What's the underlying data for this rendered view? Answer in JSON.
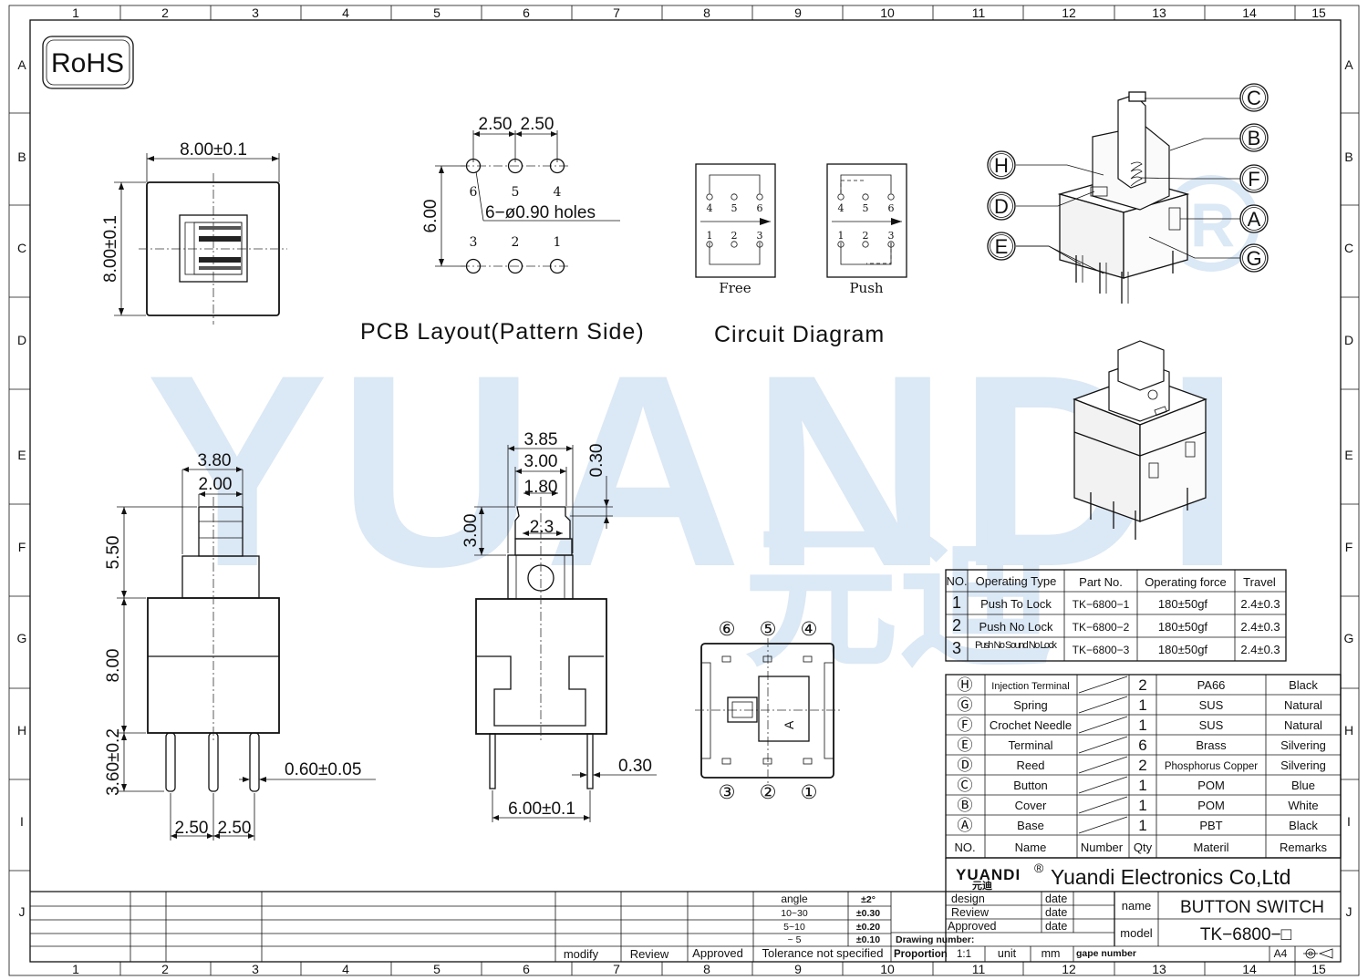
{
  "grid": {
    "columns": [
      "1",
      "2",
      "3",
      "4",
      "5",
      "6",
      "7",
      "8",
      "9",
      "10",
      "11",
      "12",
      "13",
      "14",
      "15"
    ],
    "rows": [
      "A",
      "B",
      "C",
      "D",
      "E",
      "F",
      "G",
      "H",
      "I",
      "J"
    ]
  },
  "rohs": "RoHS",
  "watermark": {
    "latin": "YUANDI",
    "cjk": "元迪",
    "registered": "R"
  },
  "top_view": {
    "width_dim": "8.00±0.1",
    "height_dim": "8.00±0.1"
  },
  "pcb_layout": {
    "title": "PCB Layout(Pattern Side)",
    "pitch_1": "2.50",
    "pitch_2": "2.50",
    "row_spacing": "6.00",
    "holes_note": "6−ø0.90  holes",
    "top_pin_labels": [
      "6",
      "5",
      "4"
    ],
    "bottom_pin_labels": [
      "3",
      "2",
      "1"
    ]
  },
  "circuit": {
    "title": "Circuit  Diagram",
    "free_label": "Free",
    "push_label": "Push",
    "top_pins": [
      "4",
      "5",
      "6"
    ],
    "bottom_pins": [
      "1",
      "2",
      "3"
    ]
  },
  "callouts": [
    "C",
    "B",
    "H",
    "F",
    "D",
    "A",
    "E",
    "G"
  ],
  "side_view": {
    "d_380": "3.80",
    "d_200": "2.00",
    "d_550": "5.50",
    "d_800": "8.00",
    "d_360": "3.60±0.2",
    "d_060": "0.60±0.05",
    "d_pitch1": "2.50",
    "d_pitch2": "2.50"
  },
  "front_view": {
    "d_385": "3.85",
    "d_300w": "3.00",
    "d_180": "1.80",
    "d_030top": "0.30",
    "d_300h": "3.00",
    "d_23": "2.3",
    "d_030": "0.30",
    "d_600": "6.00±0.1"
  },
  "bottom_view": {
    "top_pins": [
      "⑥",
      "⑤",
      "④"
    ],
    "bottom_pins": [
      "③",
      "②",
      "①"
    ],
    "mark": "A"
  },
  "part_table": {
    "headers": [
      "NO.",
      "Operating Type",
      "Part  No.",
      "Operating  force",
      "Travel"
    ],
    "rows": [
      [
        "1",
        "Push  To  Lock",
        "TK−6800−1",
        "180±50gf",
        "2.4±0.3"
      ],
      [
        "2",
        "Push  No  Lock",
        "TK−6800−2",
        "180±50gf",
        "2.4±0.3"
      ],
      [
        "3",
        "Push  No  Sound No  Lock",
        "TK−6800−3",
        "180±50gf",
        "2.4±0.3"
      ]
    ]
  },
  "bom": {
    "rows": [
      [
        "Ⓗ",
        "Injection Terminal",
        "2",
        "PA66",
        "Black"
      ],
      [
        "Ⓖ",
        "Spring",
        "1",
        "SUS",
        "Natural"
      ],
      [
        "Ⓕ",
        "Crochet  Needle",
        "1",
        "SUS",
        "Natural"
      ],
      [
        "Ⓔ",
        "Terminal",
        "6",
        "Brass",
        "Silvering"
      ],
      [
        "Ⓓ",
        "Reed",
        "2",
        "Phosphorus  Copper",
        "Silvering"
      ],
      [
        "Ⓒ",
        "Button",
        "1",
        "POM",
        "Blue"
      ],
      [
        "Ⓑ",
        "Cover",
        "1",
        "POM",
        "White"
      ],
      [
        "Ⓐ",
        "Base",
        "1",
        "PBT",
        "Black"
      ]
    ],
    "header": [
      "NO.",
      "Name",
      "Number",
      "Qty",
      "Materil",
      "Remarks"
    ]
  },
  "company": {
    "logo": "YUANDI",
    "logo_cjk": "元迪",
    "reg": "®",
    "name": "Yuandi Electronics Co,Ltd"
  },
  "title_block": {
    "design": "design",
    "review": "Review",
    "approved": "Approved",
    "date": "date",
    "name_label": "name",
    "name_value": "BUTTON  SWITCH",
    "model_label": "model",
    "model_value": "TK−6800−□",
    "drawing_number": "Drawing number:",
    "proportion": "Proportion",
    "scale": "1:1",
    "unit": "unit",
    "mm": "mm",
    "gape_number": "gape number",
    "paper": "A4"
  },
  "tolerance": {
    "rows": [
      [
        "angle",
        "±2°"
      ],
      [
        "10~30",
        "±0.30"
      ],
      [
        "5~10",
        "±0.20"
      ],
      [
        "~ 5",
        "±0.10"
      ]
    ],
    "note": "Tolerance  not  specified"
  },
  "revision": {
    "modify": "modify",
    "review": "Review",
    "approved": "Approved"
  }
}
